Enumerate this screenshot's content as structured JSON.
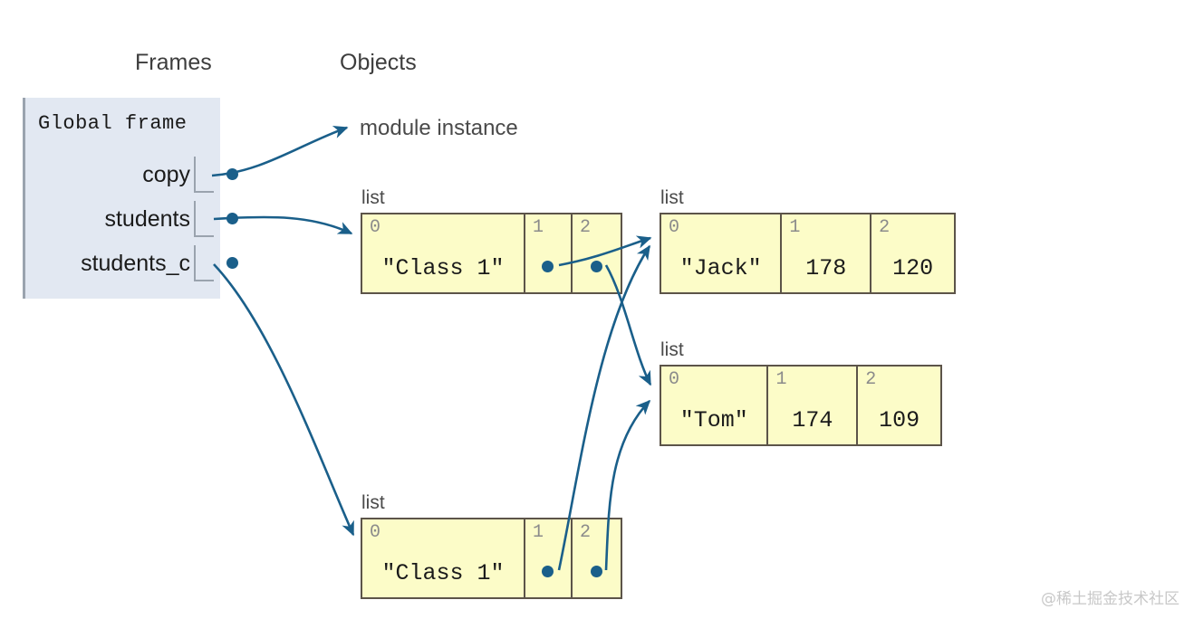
{
  "headings": {
    "frames": "Frames",
    "objects": "Objects"
  },
  "frame": {
    "title": "Global frame",
    "variables": [
      {
        "name": "copy",
        "points_to": "module instance"
      },
      {
        "name": "students",
        "points_to": "list-1"
      },
      {
        "name": "students_c",
        "points_to": "list-4"
      }
    ]
  },
  "module_instance_label": "module instance",
  "objects": [
    {
      "id": "list-1",
      "type_label": "list",
      "cells": [
        {
          "index": "0",
          "value": "\"Class 1\"",
          "kind": "value"
        },
        {
          "index": "1",
          "value": "",
          "kind": "pointer"
        },
        {
          "index": "2",
          "value": "",
          "kind": "pointer"
        }
      ]
    },
    {
      "id": "list-2",
      "type_label": "list",
      "cells": [
        {
          "index": "0",
          "value": "\"Jack\"",
          "kind": "value"
        },
        {
          "index": "1",
          "value": "178",
          "kind": "value"
        },
        {
          "index": "2",
          "value": "120",
          "kind": "value"
        }
      ]
    },
    {
      "id": "list-3",
      "type_label": "list",
      "cells": [
        {
          "index": "0",
          "value": "\"Tom\"",
          "kind": "value"
        },
        {
          "index": "1",
          "value": "174",
          "kind": "value"
        },
        {
          "index": "2",
          "value": "109",
          "kind": "value"
        }
      ]
    },
    {
      "id": "list-4",
      "type_label": "list",
      "cells": [
        {
          "index": "0",
          "value": "\"Class 1\"",
          "kind": "value"
        },
        {
          "index": "1",
          "value": "",
          "kind": "pointer"
        },
        {
          "index": "2",
          "value": "",
          "kind": "pointer"
        }
      ]
    }
  ],
  "colors": {
    "frame_background": "#e2e8f2",
    "frame_border": "#9aa3ae",
    "object_background": "#fcfcc8",
    "object_border": "#5c5449",
    "pointer": "#1a5f8a",
    "text": "#1a1a1a",
    "muted_text": "#8b8b8b"
  },
  "watermark": "@稀土掘金技术社区"
}
